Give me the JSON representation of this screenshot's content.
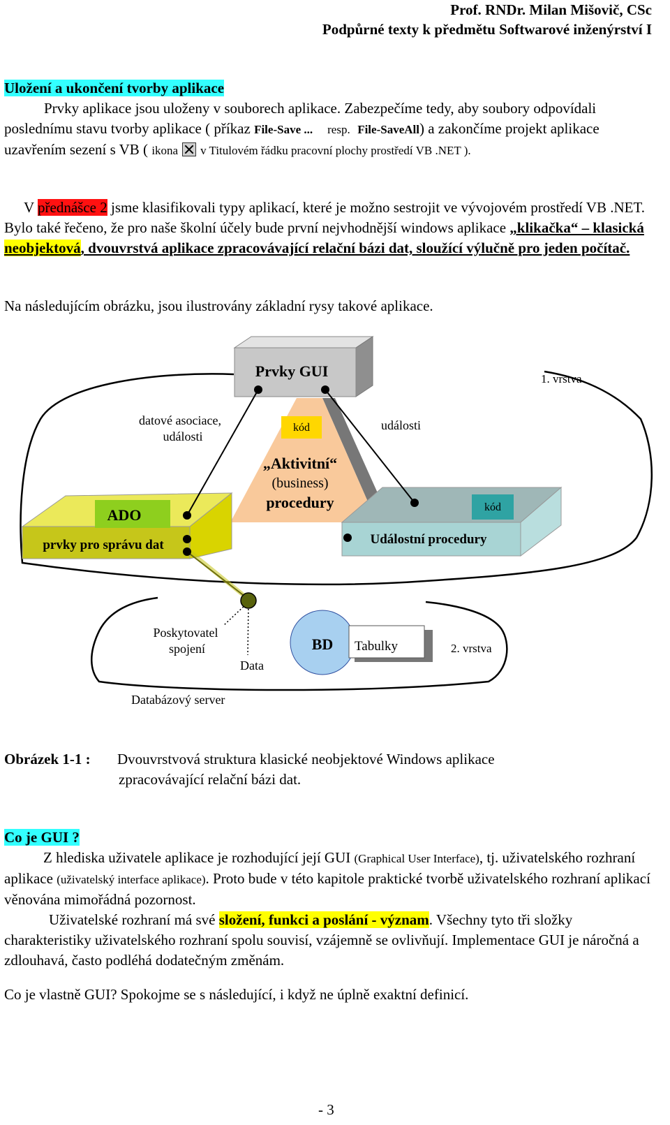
{
  "header": {
    "line1": "Prof. RNDr.  Milan  Mišovič, CSc",
    "line2": "Podpůrné texty k předmětu  Softwarové inženýrství I"
  },
  "section1": {
    "heading": "Uložení a ukončení tvorby aplikace",
    "p1_a": "Prvky aplikace jsou uloženy v souborech aplikace. Zabezpečíme tedy, aby soubory odpovídali poslednímu stavu tvorby aplikace ( příkaz ",
    "p1_cmd1": "File-Save ...",
    "p1_resp": "resp.",
    "p1_cmd2": "File-SaveAll",
    "p1_b": ") a zakončíme projekt aplikace uzavřením sezení s VB ( ",
    "p1_ikona": "ikona",
    "p1_c": "v Titulovém řádku pracovní plochy prostředí VB .NET ).",
    "p2_a": "V ",
    "p2_link": "přednášce 2",
    "p2_b": " jsme klasifikovali typy aplikací, které je možno sestrojit ve vývojovém prostředí VB .NET. Bylo také řečeno, že pro naše školní účely bude první nejvhodnější windows aplikace ",
    "p2_u1": "„klikačka“ – klasická ",
    "p2_u2": "neobjektová",
    "p2_u3": ", dvouvrstvá aplikace zpracovávající relační bázi dat, sloužící výlučně pro jeden počítač.",
    "p3": "Na následujícím obrázku, jsou ilustrovány základní rysy takové aplikace."
  },
  "diagram": {
    "gui": "Prvky GUI",
    "layer1": "1. vrstva",
    "assoc_line1": "datové asociace,",
    "assoc_line2": "události",
    "kod_top": "kód",
    "udalosti": "události",
    "act_line1": "„Aktivitní“",
    "act_line2": "(business)",
    "act_line3": "procedury",
    "ado": "ADO",
    "ado_box": "prvky pro správu dat",
    "kod_right": "kód",
    "events_box": "Událostní procedury",
    "provider_line1": "Poskytovatel",
    "provider_line2": "spojení",
    "data": "Data",
    "bd": "BD",
    "tables": "Tabulky",
    "layer2": "2. vrstva",
    "db_server": "Databázový server",
    "colors": {
      "gui": "#c8c8c8",
      "activity": "#f9c99b",
      "ado": "#c6c61a",
      "events": "#a8d4d4",
      "kod": "#ffd700",
      "bd": "#a8d0f0"
    }
  },
  "caption": {
    "label": "Obrázek 1-1 :",
    "line1": "Dvouvrstvová struktura klasické neobjektové Windows aplikace",
    "line2": "zpracovávající relační bázi dat."
  },
  "section2": {
    "heading": "Co je GUI ?",
    "p1_a": "Z hlediska uživatele aplikace je rozhodující její GUI ",
    "p1_s1": "(Graphical User Interface)",
    "p1_b": ", tj. uživatelského rozhraní aplikace ",
    "p1_s2": "(uživatelský interface aplikace)",
    "p1_c": ". Proto bude v této kapitole praktické tvorbě uživatelského rozhraní aplikací věnována mimořádná pozornost.",
    "p2_a": "Uživatelské rozhraní má své ",
    "p2_h": "složení, funkci a poslání - význam",
    "p2_b": ". Všechny tyto tři složky charakteristiky uživatelského rozhraní spolu souvisí, vzájemně se ovlivňují. Implementace GUI je náročná a zdlouhavá, často podléhá dodatečným změnám.",
    "p3": "Co je vlastně GUI? Spokojme se s následující, i když ne úplně exaktní definicí."
  },
  "page_number": "- 3"
}
